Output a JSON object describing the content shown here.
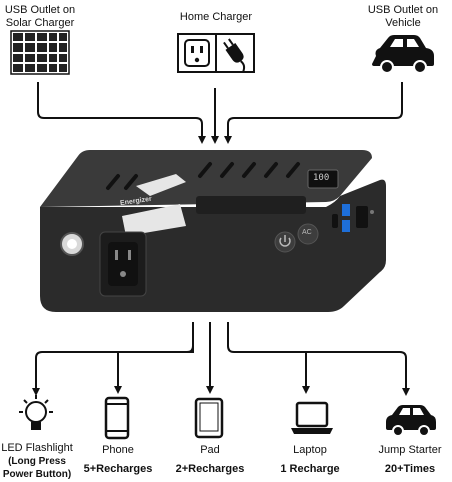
{
  "inputs": {
    "solar": {
      "line1": "USB Outlet on",
      "line2": "Solar Charger",
      "icon": "solar-panel-icon"
    },
    "home": {
      "label": "Home Charger",
      "icon": "wall-outlet-icon"
    },
    "vehicle": {
      "line1": "USB Outlet on",
      "line2": "Vehicle",
      "icon": "car-icon"
    }
  },
  "device": {
    "brand": "Energizer",
    "display": "100",
    "ac_button": "AC"
  },
  "outputs": [
    {
      "name": "LED Flashlight",
      "detail1": "(Long Press",
      "detail2": "Power Button)",
      "icon": "bulb-icon"
    },
    {
      "name": "Phone",
      "detail1": "5+Recharges",
      "icon": "phone-icon"
    },
    {
      "name": "Pad",
      "detail1": "2+Recharges",
      "icon": "tablet-icon"
    },
    {
      "name": "Laptop",
      "detail1": "1 Recharge",
      "icon": "laptop-icon"
    },
    {
      "name": "Jump Starter",
      "detail1": "20+Times",
      "icon": "car-icon"
    }
  ]
}
